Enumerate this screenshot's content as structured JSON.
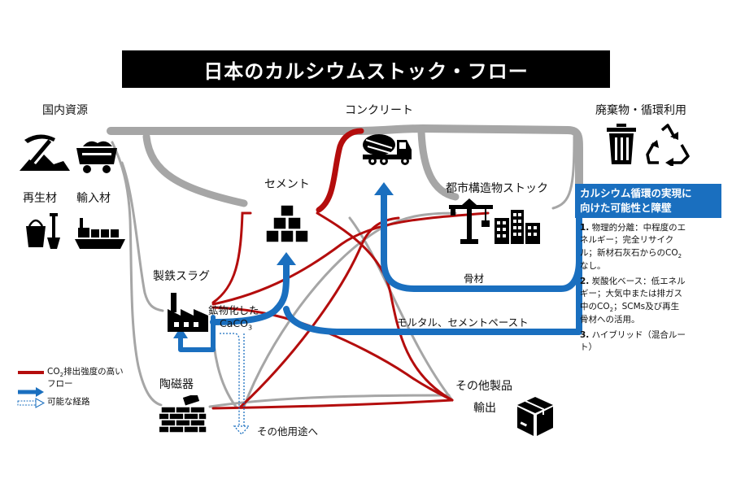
{
  "title": "日本のカルシウムストック・フロー",
  "nodes": {
    "domestic": "国内資源",
    "recycled": "再生材",
    "imported": "輸入材",
    "concrete": "コンクリート",
    "waste": "廃棄物・循環利用",
    "cement": "セメント",
    "urban_stock": "都市構造物ストック",
    "slag": "製鉄スラグ",
    "mineral_line1": "鉱物化した",
    "mineral_line2": "CaCO",
    "mineral_sub": "3",
    "ceramics": "陶磁器",
    "other_products": "その他製品",
    "export": "輸出",
    "other_use": "その他用途へ"
  },
  "flow_labels": {
    "aggregate": "骨材",
    "mortar": "モルタル、セメントペースト"
  },
  "legend": {
    "red_line1_pre": "CO",
    "red_line1_sub": "2",
    "red_line1_post": "排出強度の高い",
    "red_line2": "フロー",
    "possible": "可能な経路"
  },
  "panel": {
    "head_line1": "カルシウム循環の実現に",
    "head_line2": "向けた可能性と障壁",
    "items": [
      {
        "num": "1.",
        "text1": "物理的分離：中程度のエ",
        "text2": "ネルギー；完全リサイク",
        "text3_pre": "ル；新材石灰石からのCO",
        "text3_sub": "2",
        "text4": "なし。"
      },
      {
        "num": "2.",
        "text1": "炭酸化ベース：低エネル",
        "text2": "ギー；大気中または排ガス",
        "text3_pre": "中のCO",
        "text3_sub": "2",
        "text3_post": "；SCMs及び再生",
        "text4": "骨材への活用。"
      },
      {
        "num": "3.",
        "text1": "ハイブリッド（混合ルー",
        "text2": "ト）"
      }
    ]
  },
  "colors": {
    "gray_flow": "#a6a6a6",
    "red_flow": "#b40d0d",
    "blue_flow": "#1a6fbf",
    "black": "#000000"
  },
  "icons": [
    "pickaxe-icon",
    "mine-cart-icon",
    "bucket-shovel-icon",
    "cargo-ship-icon",
    "mixer-truck-icon",
    "trash-can-icon",
    "recycle-icon",
    "cement-bags-icon",
    "crane-icon",
    "buildings-icon",
    "factory-icon",
    "brick-wall-icon",
    "box-icon"
  ]
}
